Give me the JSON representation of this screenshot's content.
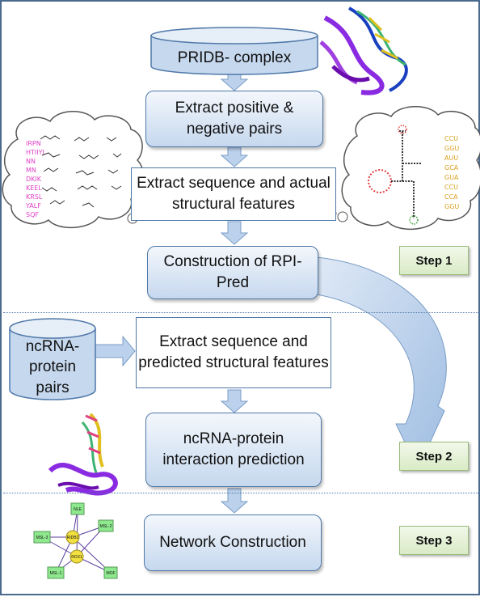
{
  "flow": {
    "pridb": "PRIDB- complex",
    "extract_pairs": "Extract positive & negative pairs",
    "extract_actual": "Extract sequence and actual structural features",
    "construction": "Construction of RPI-Pred",
    "ncrna_pairs": "ncRNA-protein pairs",
    "extract_predicted": "Extract sequence and predicted structural features",
    "interaction": "ncRNA-protein interaction prediction",
    "network": "Network Construction"
  },
  "steps": [
    "Step 1",
    "Step 2",
    "Step 3"
  ],
  "protein_cloud": {
    "labels": [
      "IRPN",
      "HTIIYI",
      "NN",
      "MN",
      "DKIK",
      "KEEL",
      "KRSL",
      "YALF",
      "SQF"
    ]
  },
  "rna_cloud": {
    "codons": [
      "CCU",
      "GGU",
      "AUU",
      "GCA",
      "GUA",
      "CCU",
      "CCA",
      "GGU"
    ]
  },
  "network_graph": {
    "square_nodes": [
      "NLE",
      "MSL-3",
      "MSL-2",
      "MSL-1",
      "MOF"
    ],
    "circle_nodes": [
      "RIDB2",
      "ROX1"
    ]
  },
  "colors": {
    "box_border": "#4f78a8",
    "box_fill_top": "#f3f7fc",
    "box_fill_bottom": "#c6d8ee",
    "arrow_fill": "#bcd2ec",
    "step_fill": "#d9ebc6",
    "protein_label": "#e040c8",
    "codon_label": "#d8a020",
    "node_square": "#8ee88e",
    "node_circle": "#f2e040"
  }
}
